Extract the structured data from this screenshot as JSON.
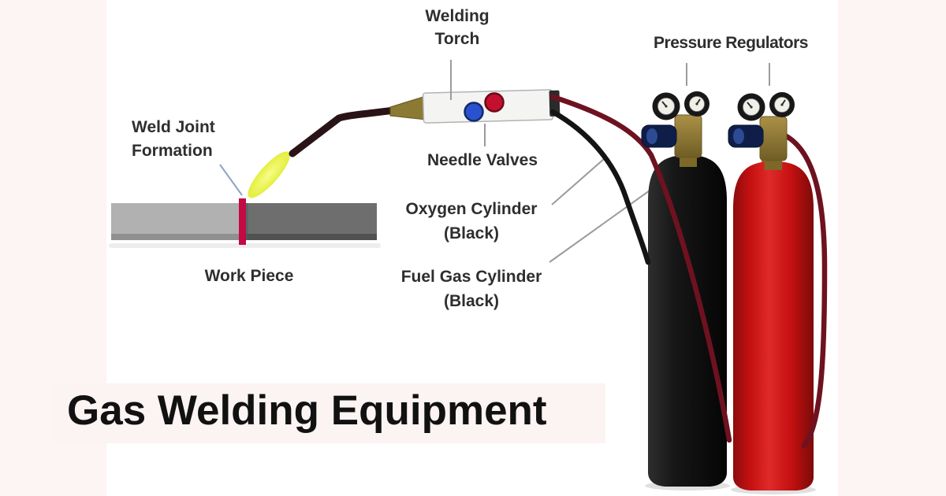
{
  "title": {
    "text": "Gas Welding Equipment"
  },
  "diagram": {
    "labels": {
      "welding_torch": {
        "line1": "Welding",
        "line2": "Torch"
      },
      "pressure_regulators": {
        "line1": "Pressure Regulators"
      },
      "needle_valves": {
        "line1": "Needle Valves"
      },
      "oxygen_cylinder": {
        "line1": "Oxygen Cylinder",
        "line2": "(Black)"
      },
      "fuel_gas_cylinder": {
        "line1": "Fuel Gas Cylinder",
        "line2": "(Black)"
      },
      "weld_joint_formation": {
        "line1": "Weld Joint",
        "line2": "Formation"
      },
      "work_piece": {
        "line1": "Work Piece"
      }
    },
    "colors": {
      "background": "#fdf4f4",
      "panel": "#ffffff",
      "oxygen_cylinder_body": "#141414",
      "fuel_cylinder_body": "#c81212",
      "hose_red": "#6e1220",
      "hose_black": "#141414",
      "flame": "#e8f23f",
      "weld_joint": "#c30a42",
      "workpiece_left": "#b1b1b1",
      "workpiece_right": "#6e6e6e",
      "needle_valve_blue": "#2a52cf",
      "needle_valve_red": "#c50f2e",
      "brass": "#96803a",
      "regulator_knob_blue": "#0e1e49",
      "leader_line": "#9b9b9b",
      "label_text": "#2e2e2e"
    }
  }
}
